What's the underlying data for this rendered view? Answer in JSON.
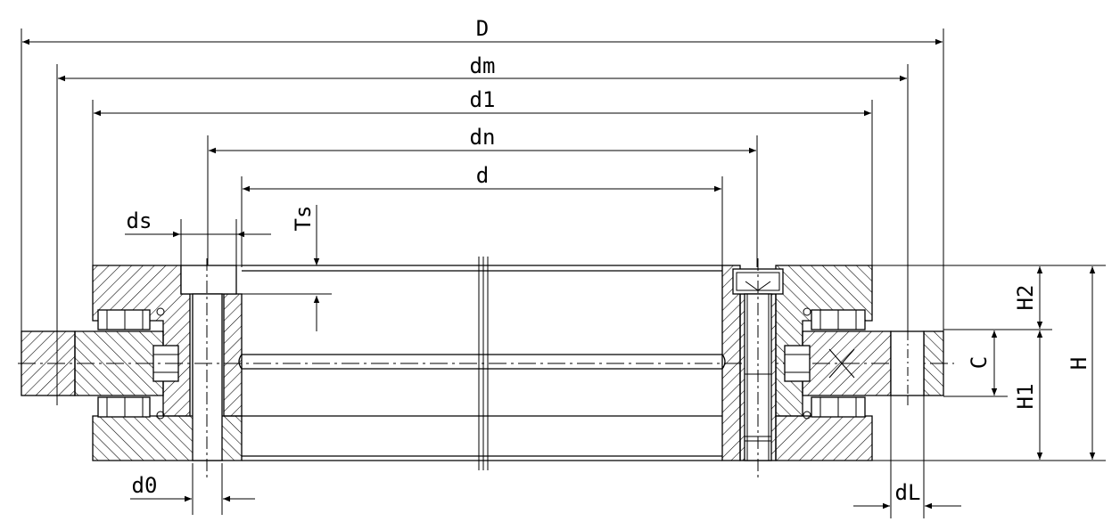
{
  "drawing": {
    "labels": {
      "D": "D",
      "dm": "dm",
      "d1": "d1",
      "dn": "dn",
      "d": "d",
      "ds": "ds",
      "Ts": "Ts",
      "d0": "d0",
      "dL": "dL",
      "H": "H",
      "H1": "H1",
      "H2": "H2",
      "C": "C"
    }
  }
}
